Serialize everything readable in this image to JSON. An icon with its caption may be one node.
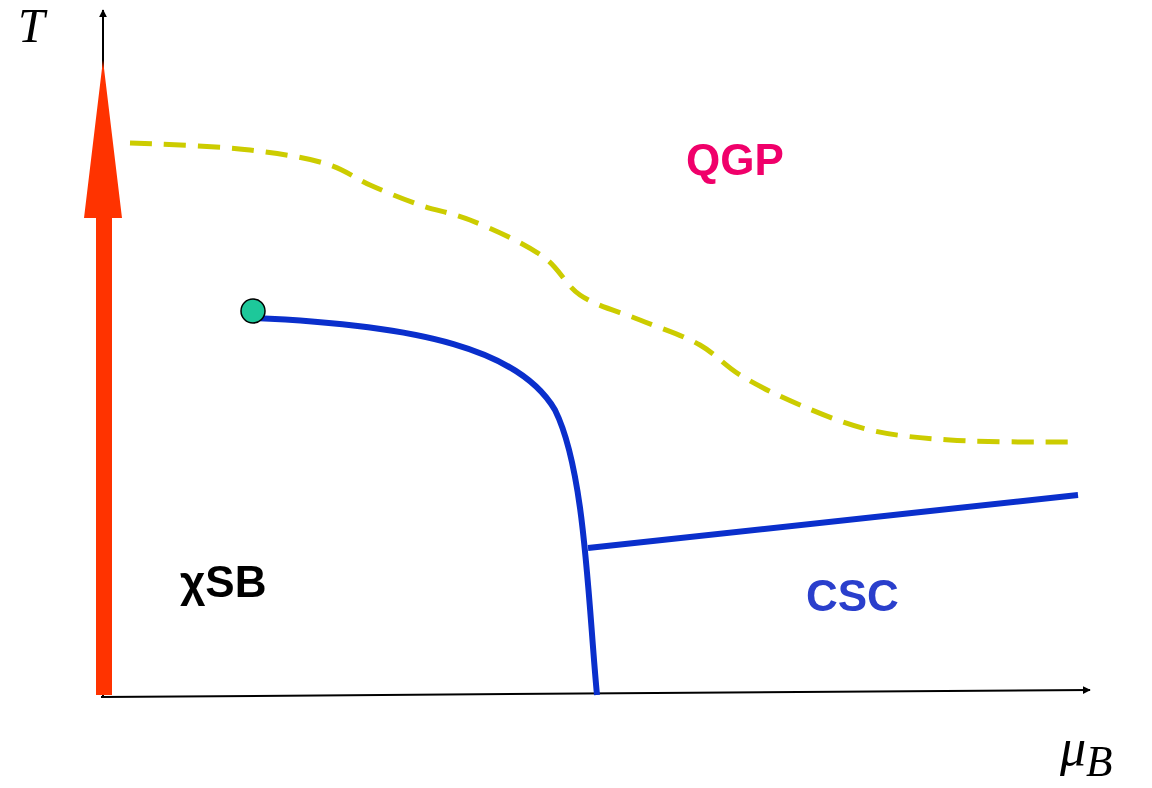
{
  "diagram": {
    "labels": [
      "T",
      "QGP",
      "χSB",
      "CSC",
      "μ$_{B}$"
    ]
  }
}
